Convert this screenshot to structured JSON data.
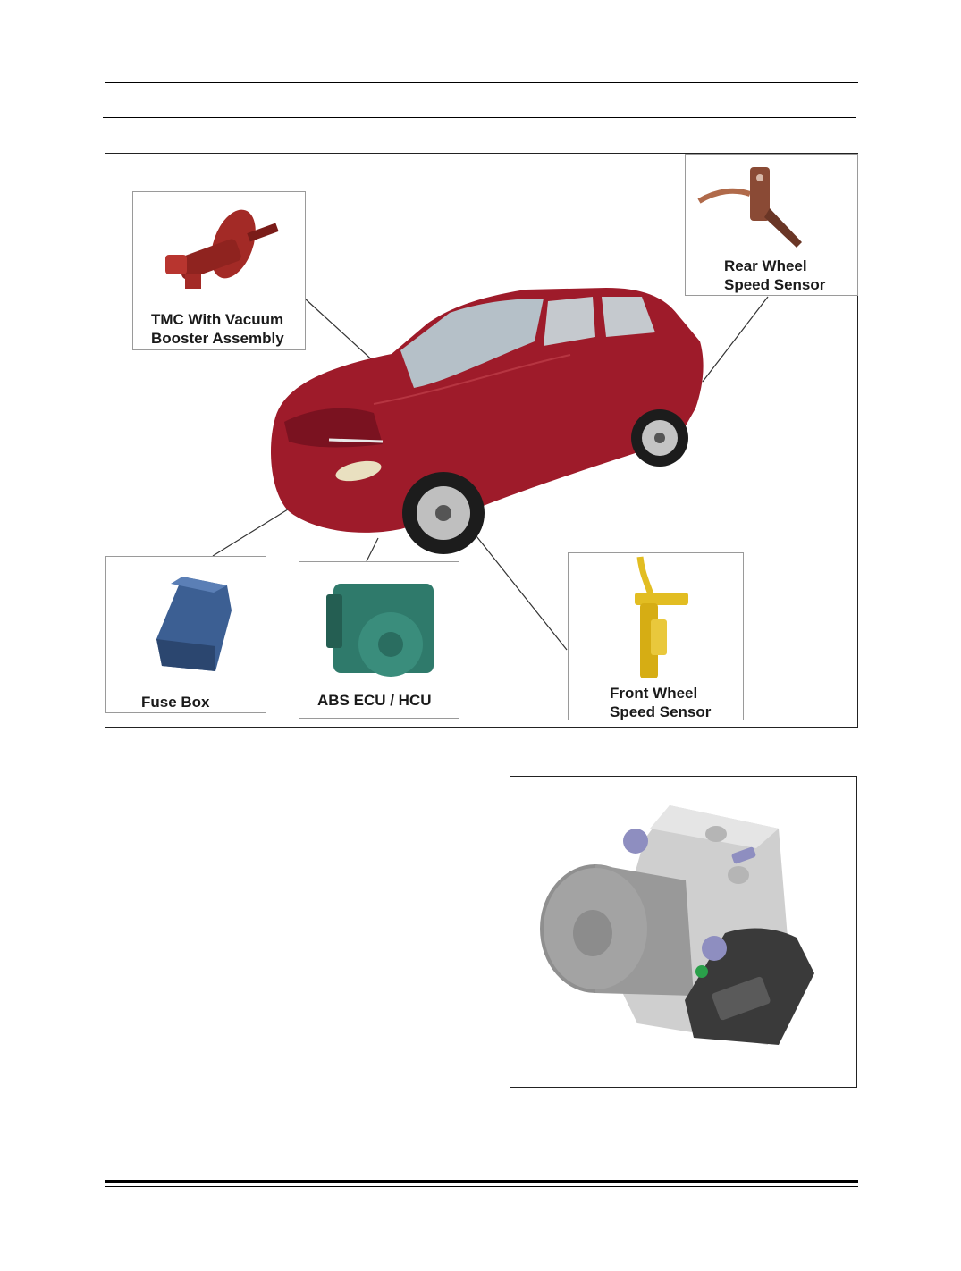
{
  "diagram": {
    "callouts": [
      {
        "id": "tmc",
        "label": "TMC With Vacuum\nBooster Assembly",
        "color": "#a32a26"
      },
      {
        "id": "rear-sensor",
        "label": "Rear Wheel\nSpeed Sensor",
        "color": "#8a4a35"
      },
      {
        "id": "fuse-box",
        "label": "Fuse Box",
        "color": "#3c5f93"
      },
      {
        "id": "abs-ecu",
        "label": "ABS ECU / HCU",
        "color": "#2f7a6b"
      },
      {
        "id": "front-sensor",
        "label": "Front Wheel\nSpeed Sensor",
        "color": "#e2bd22"
      }
    ],
    "car_color": "#9e1b2a"
  },
  "abs_figure": {
    "unit_color": "#9a9a9a",
    "bolt_color": "#8e8ec0"
  }
}
